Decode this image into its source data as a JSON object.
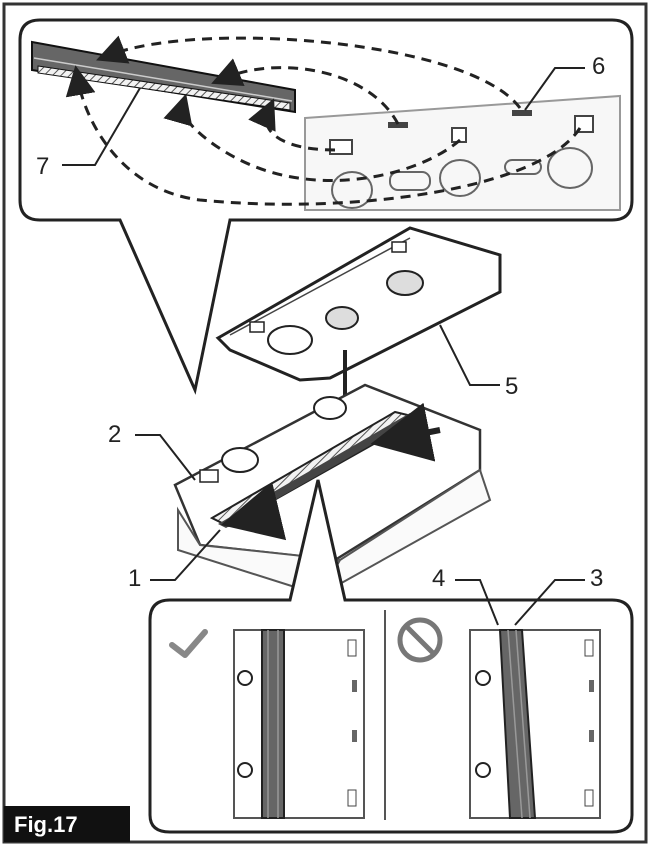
{
  "figure": {
    "fig_label": "Fig.17",
    "callouts": [
      "1",
      "2",
      "3",
      "4",
      "5",
      "6",
      "7"
    ],
    "icons": {
      "correct": "check-mark-icon",
      "incorrect": "prohibited-icon"
    }
  }
}
